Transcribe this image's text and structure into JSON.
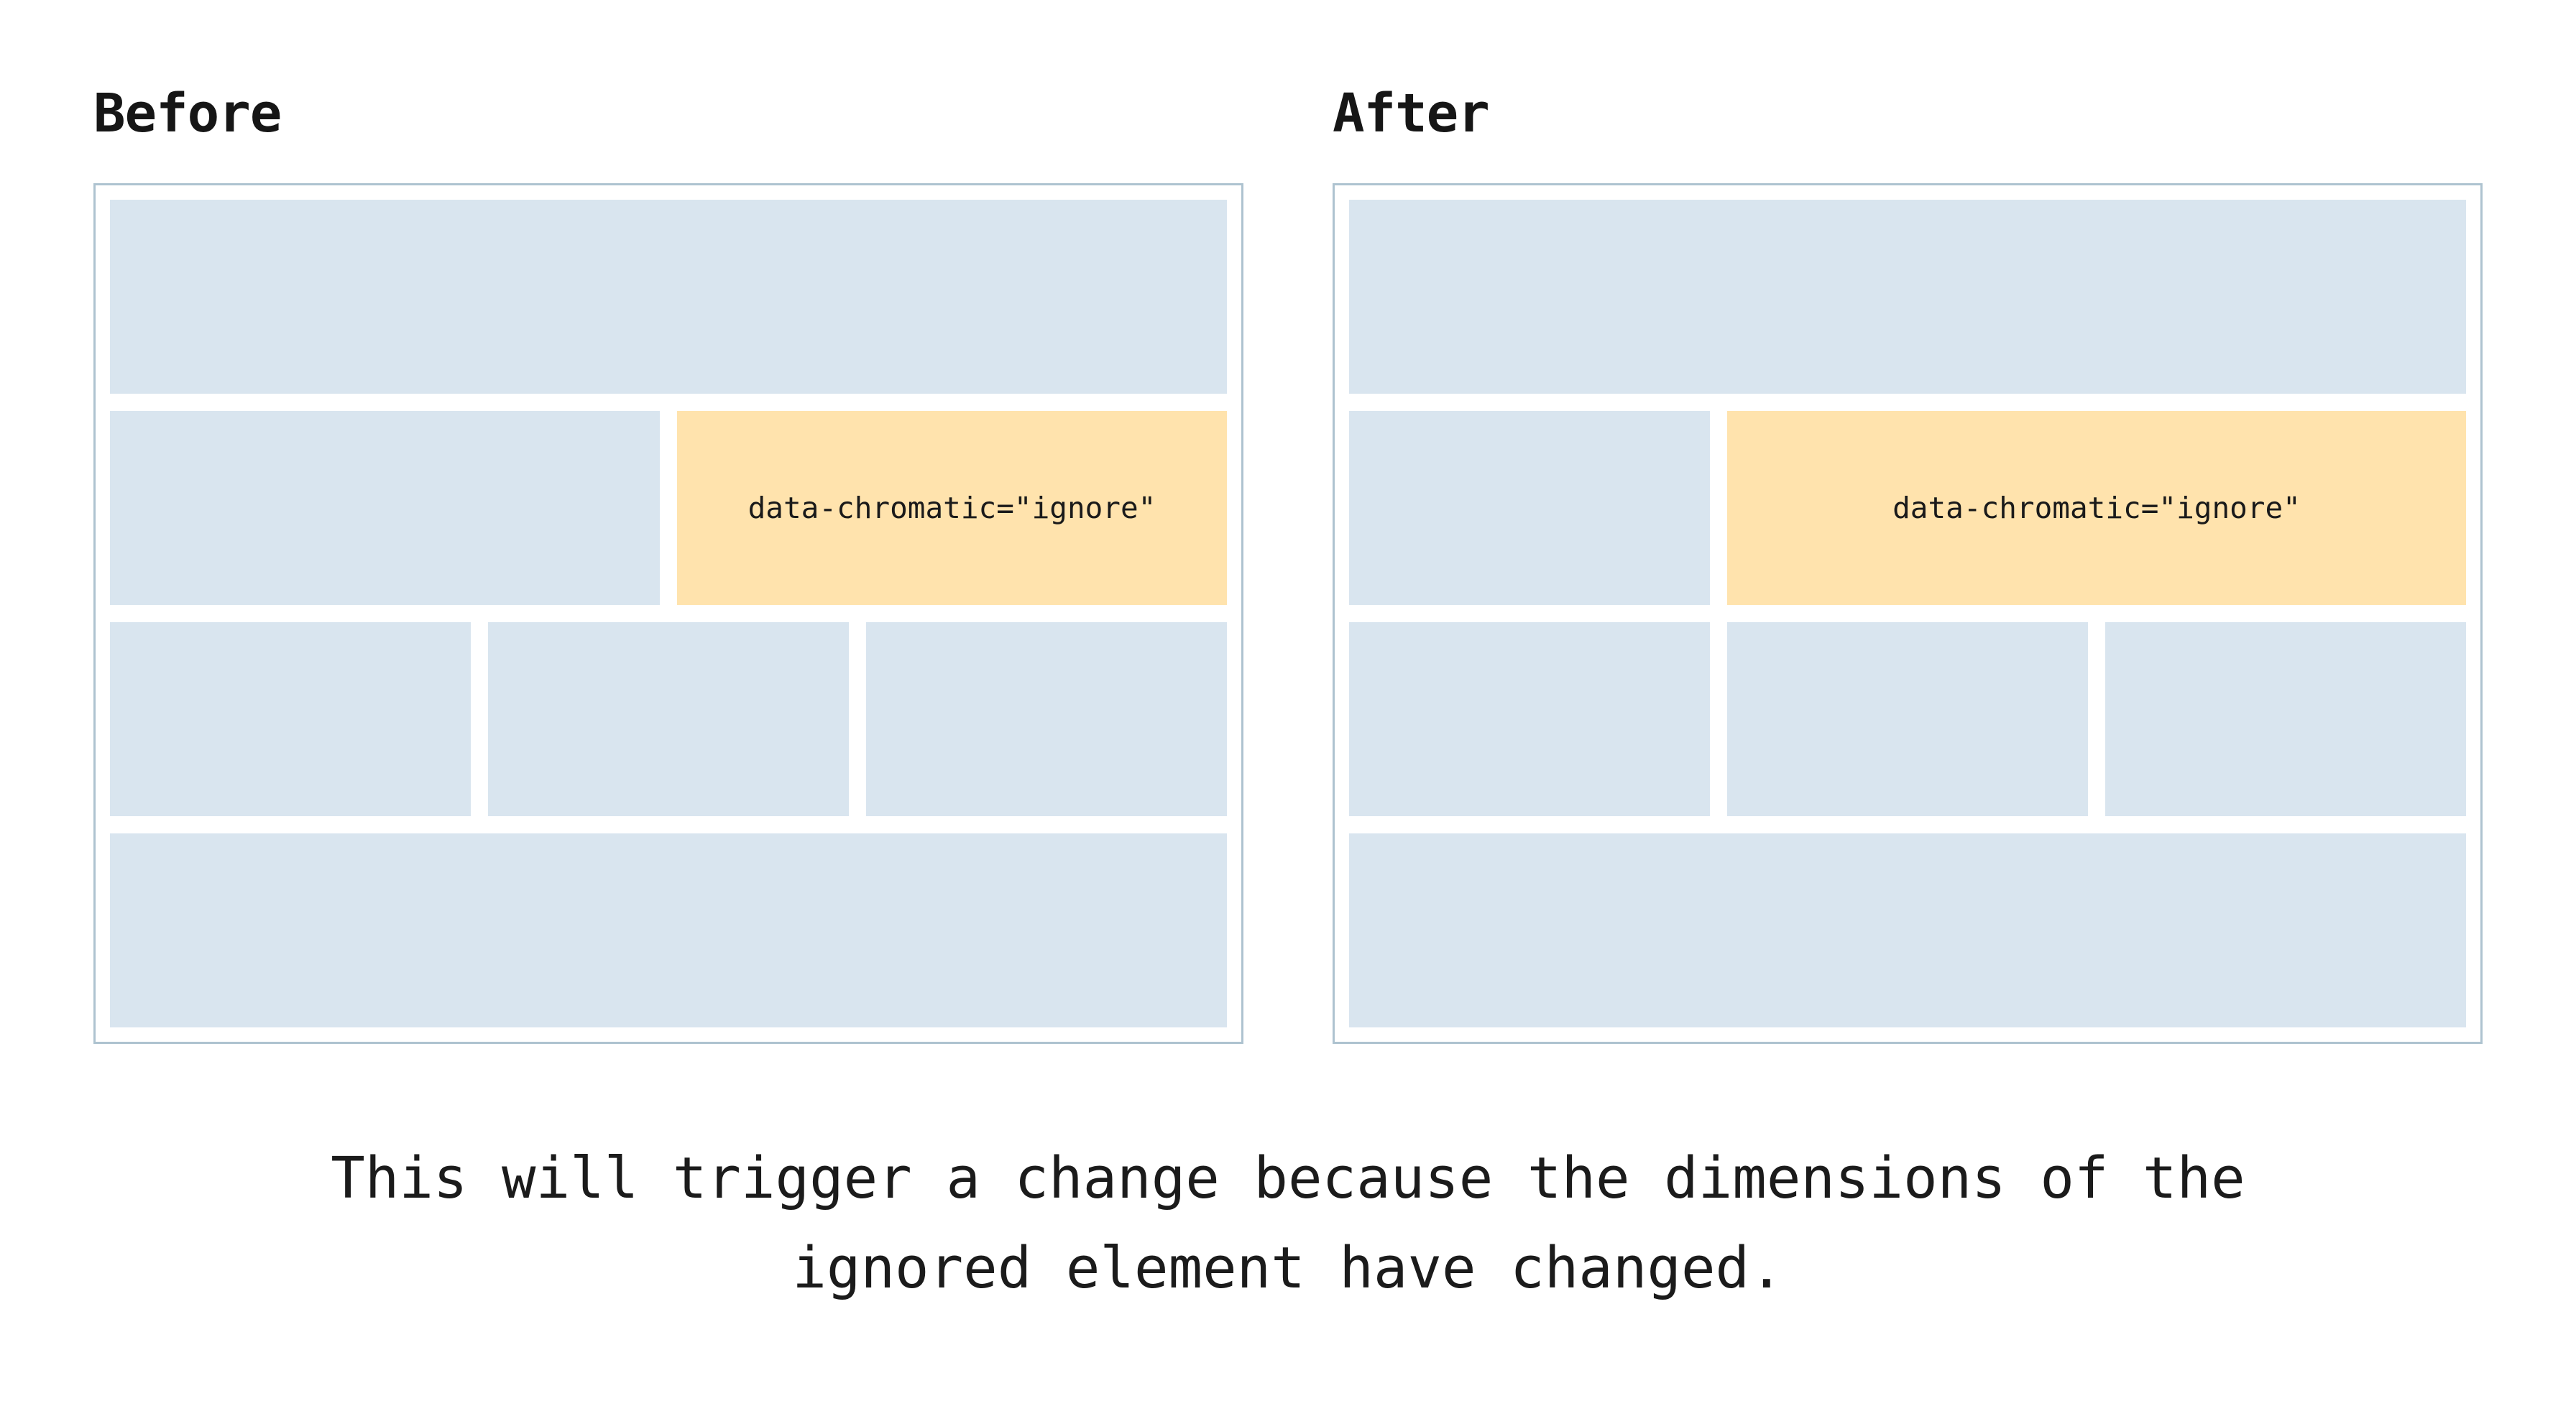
{
  "figure": {
    "panels": [
      {
        "id": "before",
        "title": "Before",
        "ignored_label": "data-chromatic=\"ignore\""
      },
      {
        "id": "after",
        "title": "After",
        "ignored_label": "data-chromatic=\"ignore\""
      }
    ],
    "caption": {
      "line1": "This will trigger a change because the dimensions of the",
      "line2": "ignored element have changed."
    },
    "colors": {
      "block_fill": "#d9e5ef",
      "ignored_fill": "#ffe3ad",
      "panel_border": "#aec3d0",
      "text": "#161616",
      "background": "#ffffff"
    }
  }
}
